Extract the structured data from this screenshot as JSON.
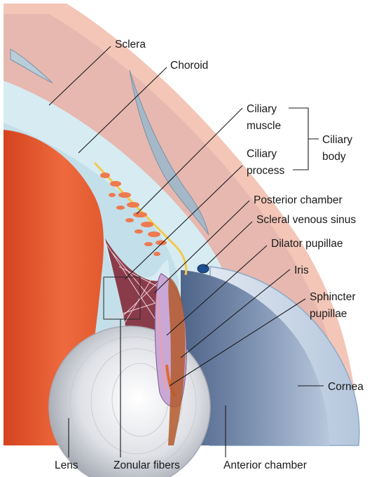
{
  "labels": {
    "sclera": "Sclera",
    "choroid": "Choroid",
    "ciliary_muscle": [
      "Ciliary",
      "muscle"
    ],
    "ciliary_process": [
      "Ciliary",
      "process"
    ],
    "ciliary_body": [
      "Ciliary",
      "body"
    ],
    "posterior_chamber": "Posterior chamber",
    "scleral_venous_sinus": "Scleral venous sinus",
    "dilator_pupillae": "Dilator pupillae",
    "iris": "Iris",
    "sphincter_pupillae": [
      "Sphincter",
      "pupillae"
    ],
    "cornea": "Cornea",
    "lens": "Lens",
    "zonular_fibers": "Zonular fibers",
    "anterior_chamber": "Anterior chamber"
  },
  "colors": {
    "sclera": "#e6b8b0",
    "choroid": "#cfe6ee",
    "ciliary_body_tissue": "#e8553a",
    "lens_capsule": "#e05a2e",
    "iris": "#c9a8d6",
    "cornea": "#cfdbea",
    "anterior_chamber": "#7d8fab",
    "lens_core": "#ecedf0"
  }
}
